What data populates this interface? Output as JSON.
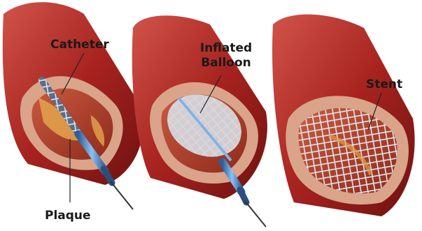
{
  "labels": {
    "catheter": "Catheter",
    "inflated_balloon_line1": "Inflated",
    "inflated_balloon_line2": "Balloon",
    "stent": "Stent",
    "plaque": "Plaque"
  },
  "colors": {
    "vessel_outer": "#a8231f",
    "vessel_dark": "#6e1210",
    "vessel_wall_cut": "#d9a48a",
    "lumen": "#b8432e",
    "plaque": "#e0a04a",
    "catheter_blue": "#4a86c8",
    "mesh": "#c9ccd2",
    "leader_line": "#222222"
  }
}
